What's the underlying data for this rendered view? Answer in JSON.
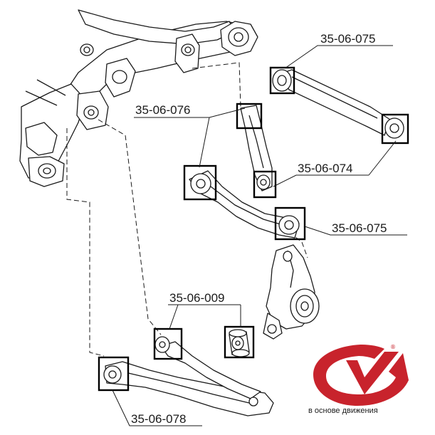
{
  "callouts": [
    {
      "id": "a",
      "label": "35-06-075"
    },
    {
      "id": "b",
      "label": "35-06-076"
    },
    {
      "id": "c",
      "label": "35-06-074"
    },
    {
      "id": "d",
      "label": "35-06-075"
    },
    {
      "id": "e",
      "label": "35-06-009"
    },
    {
      "id": "f",
      "label": "35-06-078"
    }
  ],
  "logo": {
    "slogan": "в основе движения",
    "registered_mark": "®",
    "color": "#c8232c"
  },
  "colors": {
    "line": "#1a1a1a",
    "fill": "#ffffff",
    "highlight_box": "#000000"
  }
}
